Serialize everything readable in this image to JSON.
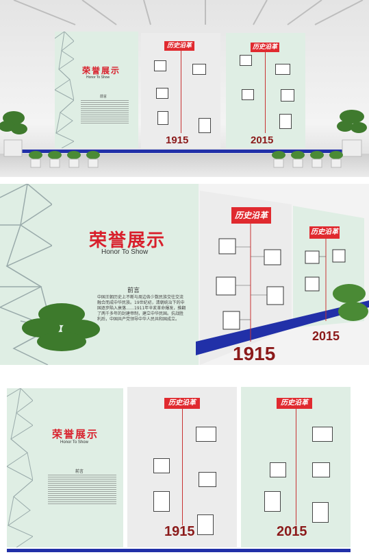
{
  "colors": {
    "accent_red": "#d8202c",
    "banner_red": "#e02a2f",
    "year_color": "#8b1a1a",
    "strip_blue": "#2130a8",
    "panel_green": "#dfeee4",
    "panel_grey": "#ececec"
  },
  "honor": {
    "title": "荣誉展示",
    "subtitle": "Honor To Show",
    "preface_heading": "前言"
  },
  "history": {
    "banner": "历史沿革"
  },
  "years": {
    "left": "1915",
    "right": "2015"
  },
  "preface_text": "中国王朝历史上不断与周边各少数民族交往交流融合而成中华民族。19世纪初，清朝统治下的中国逐步陷入衰落……1911年辛亥革命爆发，推翻了两千多年的封建帝制，建立中华民国。抗战胜利后，中国共产党领导中华人民共和国成立。"
}
